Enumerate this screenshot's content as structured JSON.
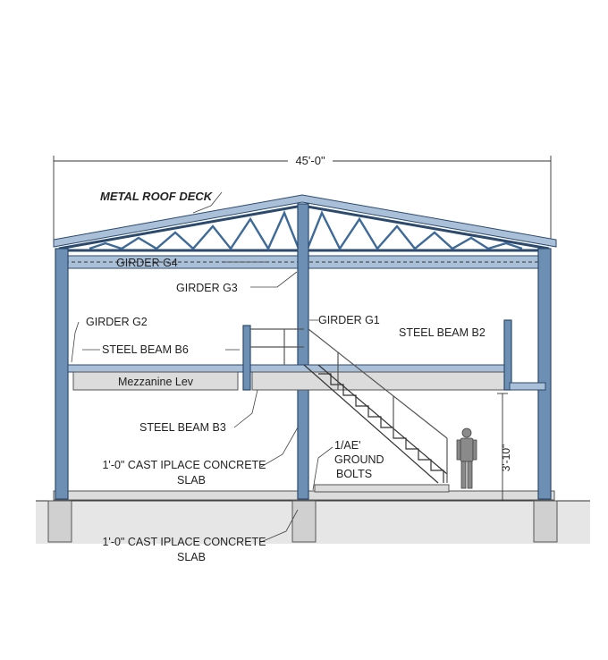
{
  "labels": {
    "overall_dimension": "45'-0\"",
    "roof_deck": "METAL ROOF DECK",
    "girder_g4": "GIRDER G4",
    "girder_g3": "GIRDER G3",
    "girder_g2": "GIRDER G2",
    "girder_g1": "GIRDER G1",
    "steel_beam_b6": "STEEL BEAM B6",
    "steel_beam_b2": "STEEL BEAM B2",
    "steel_beam_b3": "STEEL BEAM B3",
    "mezzanine": "Mezzanine Lev",
    "slab_upper_line1": "1'-0\" CAST IPLACE CONCRETE",
    "slab_upper_line2": "SLAB",
    "slab_lower_line1": "1'-0\" CAST IPLACE CONCRETE",
    "slab_lower_line2": "SLAB",
    "bolts_line1": "1/AE'",
    "bolts_line2": "GROUND",
    "bolts_line3": "BOLTS",
    "height_dimension": "3'-10\""
  },
  "colors": {
    "steel": "#6d8fb3",
    "steel_outline": "#2c4a6e",
    "truss_member": "#3e6a98",
    "concrete": "#dcdcdc",
    "ground": "#e6e6e6"
  }
}
